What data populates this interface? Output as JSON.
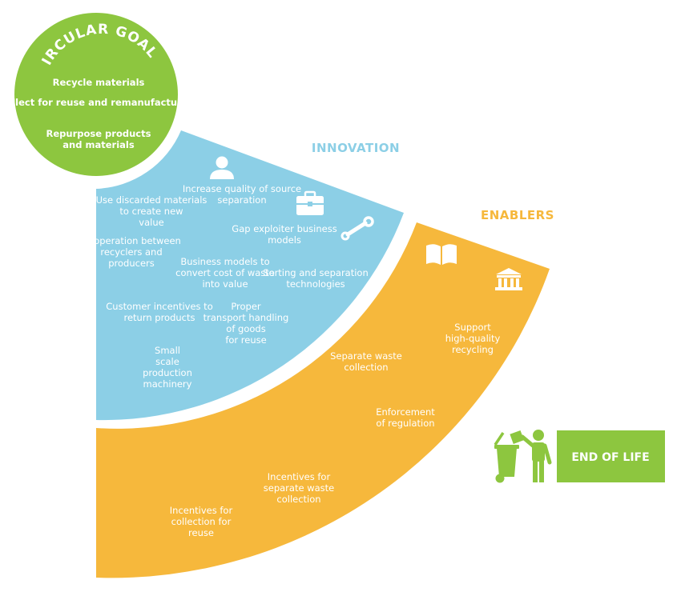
{
  "colors": {
    "green": "#8dc63f",
    "blue": "#8ccfe6",
    "orange": "#f6b83c",
    "white": "#ffffff"
  },
  "circular_goals": {
    "title": "CIRCULAR GOALS",
    "items": [
      "Recycle materials",
      "Collect for reuse and remanufacturing",
      "Repurpose products and materials"
    ]
  },
  "innovation": {
    "title": "INNOVATION",
    "icons": [
      "person-icon",
      "briefcase-icon",
      "wrench-icon"
    ],
    "items": [
      "Increase quality of source separation",
      "Use discarded materials to create new value",
      "Gap exploiter business models",
      "Cooperation between recyclers and producers",
      "Business models to convert cost of waste into value",
      "Sorting and separation technologies",
      "Customer incentives to return products",
      "Proper transport handling of goods for reuse",
      "Small scale production machinery"
    ]
  },
  "enablers": {
    "title": "ENABLERS",
    "icons": [
      "book-icon",
      "institution-icon"
    ],
    "items": [
      "Support high-quality recycling",
      "Separate waste collection",
      "Enforcement of regulation",
      "Incentives for separate waste collection",
      "Incentives for collection for reuse"
    ]
  },
  "end_of_life": {
    "label": "END OF LIFE",
    "icon": "waste-bin-person-icon"
  }
}
